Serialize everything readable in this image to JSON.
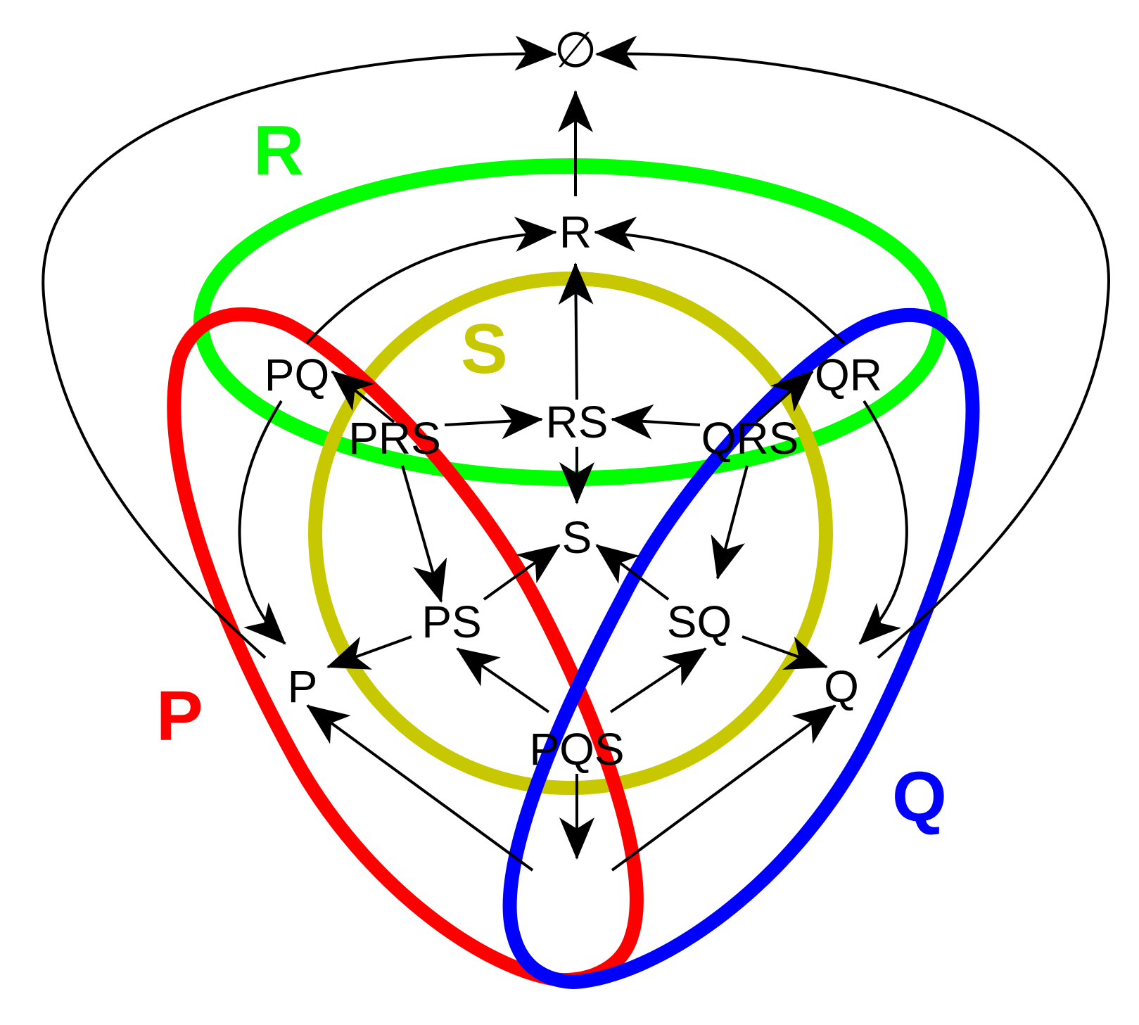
{
  "sets": [
    {
      "id": "R",
      "label": "R",
      "color": "#00ff00"
    },
    {
      "id": "S",
      "label": "S",
      "color": "#c8c800"
    },
    {
      "id": "P",
      "label": "P",
      "color": "#ff0000"
    },
    {
      "id": "Q",
      "label": "Q",
      "color": "#0000ff"
    }
  ],
  "nodes": {
    "empty": "∅",
    "R": "R",
    "PQ": "PQ",
    "QR": "QR",
    "PRS": "PRS",
    "RS": "RS",
    "QRS": "QRS",
    "S": "S",
    "PS": "PS",
    "SQ": "SQ",
    "P": "P",
    "Q": "Q",
    "PQS": "PQS"
  },
  "edges": [
    {
      "from": "R",
      "to": "empty"
    },
    {
      "from": "P",
      "to": "empty"
    },
    {
      "from": "Q",
      "to": "empty"
    },
    {
      "from": "PQ",
      "to": "R"
    },
    {
      "from": "QR",
      "to": "R"
    },
    {
      "from": "RS",
      "to": "R"
    },
    {
      "from": "PRS",
      "to": "PQ"
    },
    {
      "from": "PRS",
      "to": "RS"
    },
    {
      "from": "QRS",
      "to": "QR"
    },
    {
      "from": "QRS",
      "to": "RS"
    },
    {
      "from": "RS",
      "to": "S"
    },
    {
      "from": "PRS",
      "to": "PS"
    },
    {
      "from": "QRS",
      "to": "SQ"
    },
    {
      "from": "PS",
      "to": "S"
    },
    {
      "from": "SQ",
      "to": "S"
    },
    {
      "from": "PQ",
      "to": "P"
    },
    {
      "from": "QR",
      "to": "Q"
    },
    {
      "from": "PS",
      "to": "P"
    },
    {
      "from": "SQ",
      "to": "Q"
    },
    {
      "from": "PQS",
      "to": "PS"
    },
    {
      "from": "PQS",
      "to": "SQ"
    },
    {
      "from": "bottom",
      "to": "P"
    },
    {
      "from": "bottom",
      "to": "Q"
    },
    {
      "from": "PQS",
      "to": "bottom"
    }
  ]
}
